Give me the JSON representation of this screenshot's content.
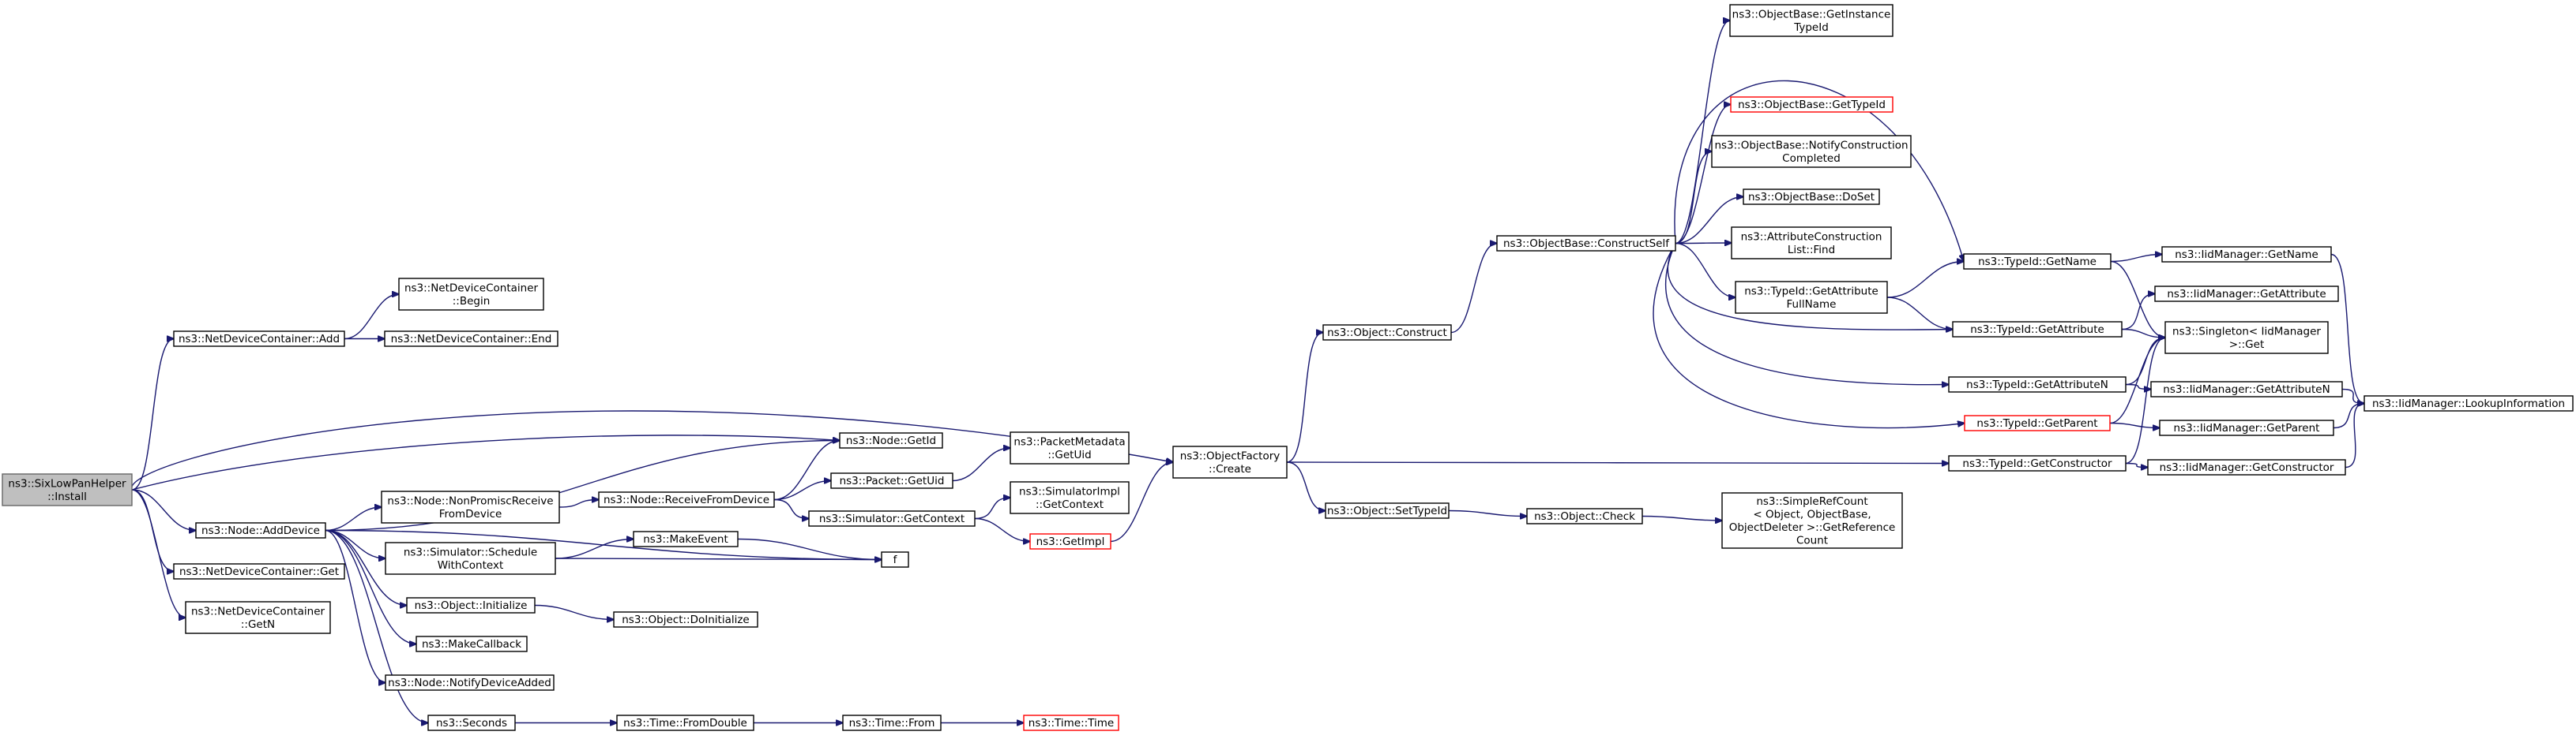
{
  "diagram": {
    "colors": {
      "edge": "#191970",
      "root_fill": "#bfbfbf",
      "truncated_border": "#ff0000",
      "node_border": "#000000"
    },
    "nodes": [
      {
        "id": "install",
        "lines": [
          "ns3::SixLowPanHelper",
          "::Install"
        ],
        "style": "root"
      },
      {
        "id": "ndc_add",
        "lines": [
          "ns3::NetDeviceContainer::Add"
        ]
      },
      {
        "id": "ndc_begin",
        "lines": [
          "ns3::NetDeviceContainer",
          "::Begin"
        ]
      },
      {
        "id": "ndc_end",
        "lines": [
          "ns3::NetDeviceContainer::End"
        ]
      },
      {
        "id": "node_adddevice",
        "lines": [
          "ns3::Node::AddDevice"
        ]
      },
      {
        "id": "ndc_get",
        "lines": [
          "ns3::NetDeviceContainer::Get"
        ]
      },
      {
        "id": "ndc_getn",
        "lines": [
          "ns3::NetDeviceContainer",
          "::GetN"
        ]
      },
      {
        "id": "node_getid",
        "lines": [
          "ns3::Node::GetId"
        ]
      },
      {
        "id": "node_nonpromisc",
        "lines": [
          "ns3::Node::NonPromiscReceive",
          "FromDevice"
        ]
      },
      {
        "id": "node_receive",
        "lines": [
          "ns3::Node::ReceiveFromDevice"
        ]
      },
      {
        "id": "packet_getuid",
        "lines": [
          "ns3::Packet::GetUid"
        ]
      },
      {
        "id": "pmeta_getuid",
        "lines": [
          "ns3::PacketMetadata",
          "::GetUid"
        ]
      },
      {
        "id": "sim_getcontext",
        "lines": [
          "ns3::Simulator::GetContext"
        ]
      },
      {
        "id": "simimpl_getcontext",
        "lines": [
          "ns3::SimulatorImpl",
          "::GetContext"
        ]
      },
      {
        "id": "getimpl",
        "lines": [
          "ns3::GetImpl"
        ],
        "style": "truncated"
      },
      {
        "id": "sim_schedule",
        "lines": [
          "ns3::Simulator::Schedule",
          "WithContext"
        ]
      },
      {
        "id": "makeevent",
        "lines": [
          "ns3::MakeEvent"
        ]
      },
      {
        "id": "f",
        "lines": [
          "f"
        ]
      },
      {
        "id": "obj_initialize",
        "lines": [
          "ns3::Object::Initialize"
        ]
      },
      {
        "id": "obj_doinitialize",
        "lines": [
          "ns3::Object::DoInitialize"
        ]
      },
      {
        "id": "makecallback",
        "lines": [
          "ns3::MakeCallback"
        ]
      },
      {
        "id": "node_notify",
        "lines": [
          "ns3::Node::NotifyDeviceAdded"
        ]
      },
      {
        "id": "seconds",
        "lines": [
          "ns3::Seconds"
        ]
      },
      {
        "id": "time_fromdouble",
        "lines": [
          "ns3::Time::FromDouble"
        ]
      },
      {
        "id": "time_from",
        "lines": [
          "ns3::Time::From"
        ]
      },
      {
        "id": "time_time",
        "lines": [
          "ns3::Time::Time"
        ],
        "style": "truncated"
      },
      {
        "id": "objfactory_create",
        "lines": [
          "ns3::ObjectFactory",
          "::Create"
        ]
      },
      {
        "id": "obj_construct",
        "lines": [
          "ns3::Object::Construct"
        ]
      },
      {
        "id": "obj_settypeid",
        "lines": [
          "ns3::Object::SetTypeId"
        ]
      },
      {
        "id": "obj_check",
        "lines": [
          "ns3::Object::Check"
        ]
      },
      {
        "id": "simplerefcount",
        "lines": [
          "ns3::SimpleRefCount",
          "< Object, ObjectBase,",
          "ObjectDeleter >::GetReference",
          "Count"
        ]
      },
      {
        "id": "objbase_constructself",
        "lines": [
          "ns3::ObjectBase::ConstructSelf"
        ]
      },
      {
        "id": "objbase_getinstance",
        "lines": [
          "ns3::ObjectBase::GetInstance",
          "TypeId"
        ]
      },
      {
        "id": "objbase_gettypeid",
        "lines": [
          "ns3::ObjectBase::GetTypeId"
        ],
        "style": "truncated"
      },
      {
        "id": "objbase_notify",
        "lines": [
          "ns3::ObjectBase::NotifyConstruction",
          "Completed"
        ]
      },
      {
        "id": "objbase_doset",
        "lines": [
          "ns3::ObjectBase::DoSet"
        ]
      },
      {
        "id": "attrconst_find",
        "lines": [
          "ns3::AttributeConstruction",
          "List::Find"
        ]
      },
      {
        "id": "typeid_getattrfullname",
        "lines": [
          "ns3::TypeId::GetAttribute",
          "FullName"
        ]
      },
      {
        "id": "typeid_getname",
        "lines": [
          "ns3::TypeId::GetName"
        ]
      },
      {
        "id": "typeid_getattribute",
        "lines": [
          "ns3::TypeId::GetAttribute"
        ]
      },
      {
        "id": "typeid_getattributen",
        "lines": [
          "ns3::TypeId::GetAttributeN"
        ]
      },
      {
        "id": "typeid_getparent",
        "lines": [
          "ns3::TypeId::GetParent"
        ],
        "style": "truncated"
      },
      {
        "id": "typeid_getconstructor",
        "lines": [
          "ns3::TypeId::GetConstructor"
        ]
      },
      {
        "id": "iid_getname",
        "lines": [
          "ns3::IidManager::GetName"
        ]
      },
      {
        "id": "iid_getattribute",
        "lines": [
          "ns3::IidManager::GetAttribute"
        ]
      },
      {
        "id": "singleton_get",
        "lines": [
          "ns3::Singleton< IidManager",
          " >::Get"
        ]
      },
      {
        "id": "iid_getattributen",
        "lines": [
          "ns3::IidManager::GetAttributeN"
        ]
      },
      {
        "id": "iid_getparent",
        "lines": [
          "ns3::IidManager::GetParent"
        ]
      },
      {
        "id": "iid_getconstructor",
        "lines": [
          "ns3::IidManager::GetConstructor"
        ]
      },
      {
        "id": "iid_lookup",
        "lines": [
          "ns3::IidManager::LookupInformation"
        ]
      }
    ],
    "edges": [
      [
        "install",
        "ndc_add"
      ],
      [
        "install",
        "objfactory_create"
      ],
      [
        "install",
        "node_getid"
      ],
      [
        "install",
        "node_adddevice"
      ],
      [
        "install",
        "ndc_get"
      ],
      [
        "install",
        "ndc_getn"
      ],
      [
        "ndc_add",
        "ndc_begin"
      ],
      [
        "ndc_add",
        "ndc_end"
      ],
      [
        "node_adddevice",
        "node_getid"
      ],
      [
        "node_adddevice",
        "node_nonpromisc"
      ],
      [
        "node_adddevice",
        "sim_schedule"
      ],
      [
        "node_adddevice",
        "f"
      ],
      [
        "node_adddevice",
        "obj_initialize"
      ],
      [
        "node_adddevice",
        "makecallback"
      ],
      [
        "node_adddevice",
        "node_notify"
      ],
      [
        "node_adddevice",
        "seconds"
      ],
      [
        "node_nonpromisc",
        "node_receive"
      ],
      [
        "node_receive",
        "node_getid"
      ],
      [
        "node_receive",
        "packet_getuid"
      ],
      [
        "node_receive",
        "sim_getcontext"
      ],
      [
        "packet_getuid",
        "pmeta_getuid"
      ],
      [
        "sim_getcontext",
        "simimpl_getcontext"
      ],
      [
        "sim_getcontext",
        "getimpl"
      ],
      [
        "getimpl",
        "objfactory_create"
      ],
      [
        "sim_schedule",
        "makeevent"
      ],
      [
        "sim_schedule",
        "f"
      ],
      [
        "makeevent",
        "f"
      ],
      [
        "obj_initialize",
        "obj_doinitialize"
      ],
      [
        "seconds",
        "time_fromdouble"
      ],
      [
        "time_fromdouble",
        "time_from"
      ],
      [
        "time_from",
        "time_time"
      ],
      [
        "objfactory_create",
        "obj_construct"
      ],
      [
        "objfactory_create",
        "obj_settypeid"
      ],
      [
        "objfactory_create",
        "typeid_getconstructor"
      ],
      [
        "obj_construct",
        "objbase_constructself"
      ],
      [
        "obj_settypeid",
        "obj_check"
      ],
      [
        "obj_check",
        "simplerefcount"
      ],
      [
        "objbase_constructself",
        "objbase_getinstance"
      ],
      [
        "objbase_constructself",
        "objbase_gettypeid"
      ],
      [
        "objbase_constructself",
        "objbase_notify"
      ],
      [
        "objbase_constructself",
        "objbase_doset"
      ],
      [
        "objbase_constructself",
        "attrconst_find"
      ],
      [
        "objbase_constructself",
        "typeid_getattrfullname"
      ],
      [
        "objbase_constructself",
        "typeid_getname"
      ],
      [
        "objbase_constructself",
        "typeid_getattribute"
      ],
      [
        "objbase_constructself",
        "typeid_getattributen"
      ],
      [
        "objbase_constructself",
        "typeid_getparent"
      ],
      [
        "typeid_getattrfullname",
        "typeid_getname"
      ],
      [
        "typeid_getattrfullname",
        "typeid_getattribute"
      ],
      [
        "typeid_getname",
        "iid_getname"
      ],
      [
        "typeid_getname",
        "singleton_get"
      ],
      [
        "typeid_getattribute",
        "iid_getattribute"
      ],
      [
        "typeid_getattribute",
        "singleton_get"
      ],
      [
        "typeid_getattributen",
        "singleton_get"
      ],
      [
        "typeid_getattributen",
        "iid_getattributen"
      ],
      [
        "typeid_getparent",
        "singleton_get"
      ],
      [
        "typeid_getparent",
        "iid_getparent"
      ],
      [
        "typeid_getconstructor",
        "singleton_get"
      ],
      [
        "typeid_getconstructor",
        "iid_getconstructor"
      ],
      [
        "iid_getname",
        "iid_lookup"
      ],
      [
        "iid_getattributen",
        "iid_lookup"
      ],
      [
        "iid_getparent",
        "iid_lookup"
      ],
      [
        "iid_getconstructor",
        "iid_lookup"
      ]
    ]
  }
}
